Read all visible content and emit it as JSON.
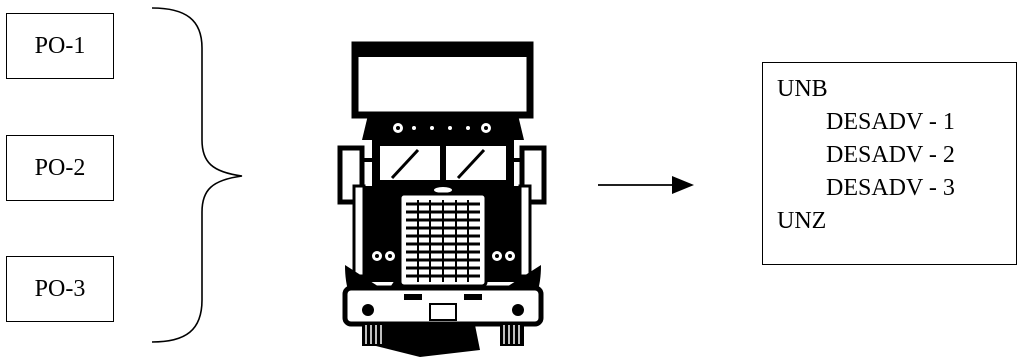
{
  "purchase_orders": [
    "PO-1",
    "PO-2",
    "PO-3"
  ],
  "interchange": {
    "header": "UNB",
    "messages": [
      "DESADV - 1",
      "DESADV - 2",
      "DESADV - 3"
    ],
    "trailer": "UNZ"
  },
  "icons": {
    "grouping": "curly-brace-icon",
    "vehicle": "truck-icon",
    "flow": "arrow-right-icon"
  }
}
